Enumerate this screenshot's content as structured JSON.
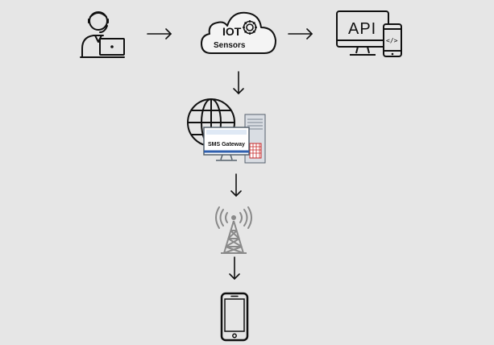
{
  "diagram": {
    "iot_cloud": {
      "title": "IOT",
      "subtitle": "Sensors"
    },
    "api_device": {
      "label": "API",
      "code_glyph": "</>"
    },
    "sms_gateway": {
      "label": "SMS Gateway"
    },
    "icons": {
      "user": "user-laptop-icon",
      "cloud": "cloud-gear-icon",
      "api": "monitor-phone-icon",
      "gateway": "globe-server-icon",
      "tower": "cell-tower-icon",
      "phone": "mobile-phone-icon"
    },
    "colors": {
      "ink": "#111111",
      "background": "#e6e6e6",
      "accent": "#c62828",
      "steel": "#8a8a8a"
    }
  }
}
